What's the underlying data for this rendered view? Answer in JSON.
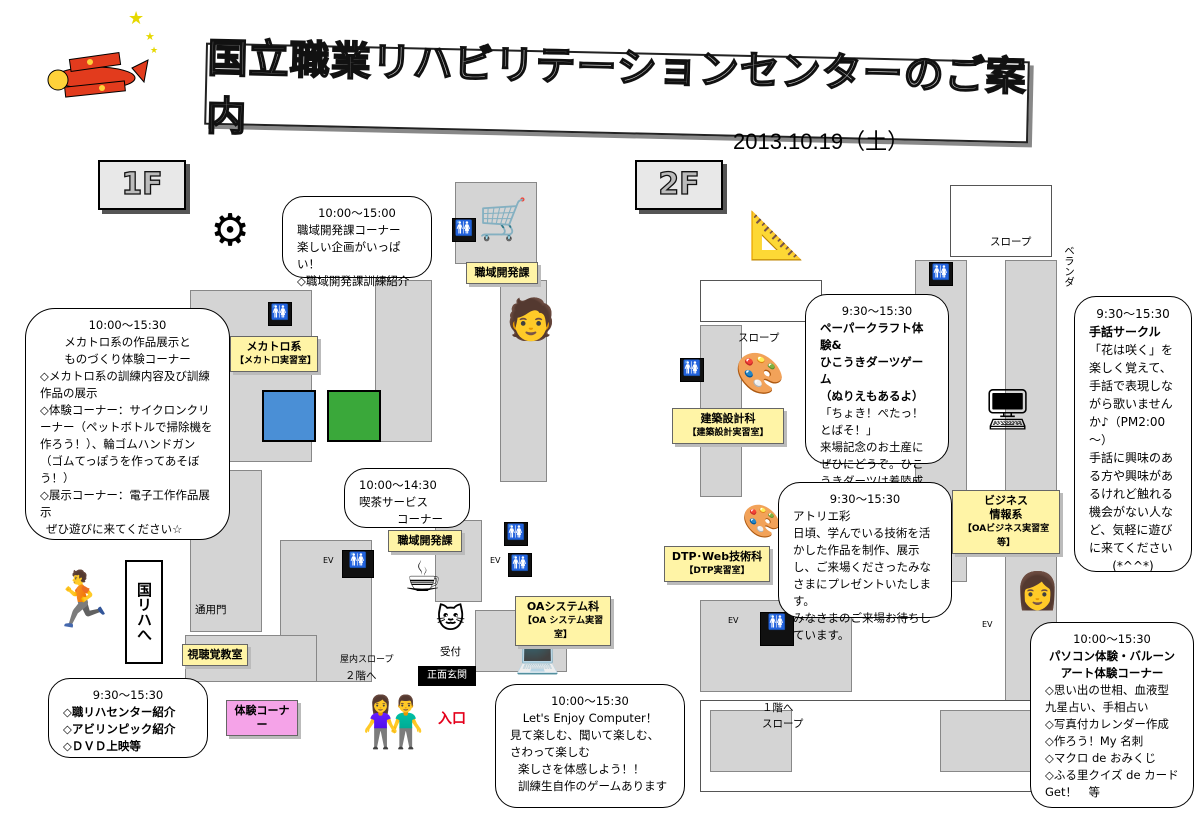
{
  "title": "国立職業リハビリテーションセンターのご案内",
  "date": "2013.10.19（土）",
  "floor1": {
    "tag": "1F",
    "bubble_top": {
      "time": "10:00～15:00",
      "lines": [
        "職域開発課コーナー",
        "楽しい企画がいっぱい！",
        "◇職域開発課訓練紹介"
      ]
    },
    "bubble_mecha": {
      "time": "10:00～15:30",
      "lines": [
        "メカトロ系の作品展示と",
        "ものづくり体験コーナー",
        "◇メカトロ系の訓練内容及び訓練作品の展示",
        "◇体験コーナー：サイクロンクリーナー（ペットボトルで掃除機を作ろう！）、輪ゴムハンドガン（ゴムてっぽうを作ってあそぼう！）",
        "◇展示コーナー：電子工作作品展示",
        "ぜひ遊びに来てください☆"
      ]
    },
    "bubble_cafe": {
      "time": "10:00～14:30",
      "line1": "喫茶サービス",
      "line2": "コーナー"
    },
    "bubble_av": {
      "time": "9:30～15:30",
      "lines": [
        "◇職リハセンター紹介",
        "◇アビリンピック紹介",
        "◇ＤＶＤ上映等"
      ]
    },
    "bubble_oa": {
      "time": "10:00～15:30",
      "lines": [
        "Let's Enjoy Computer！",
        "見て楽しむ、聞いて楽しむ、さわって楽しむ",
        "楽しさを体感しよう！！",
        "訓練生自作のゲームあります"
      ]
    },
    "tags": {
      "shokuiki_top": "職域開発課",
      "mecha_main": "メカトロ系",
      "mecha_sub": "【メカトロ実習室】",
      "shokuiki_mid": "職域開発課",
      "oa_main": "OAシステム科",
      "oa_sub": "【OA システム実習室】",
      "av": "視聴覚教室",
      "taiken": "体験コーナー"
    },
    "labels": {
      "gate": "通用門",
      "kokuriha": "国リハへ",
      "reception": "受付",
      "slope_in": "屋内スロープ",
      "to_2f": "２階へ",
      "entrance": "正面玄関",
      "iriguchi": "入口",
      "ev1": "EV",
      "ev2": "EV"
    }
  },
  "floor2": {
    "tag": "2F",
    "bubble_paper": {
      "time": "9:30～15:30",
      "bold1": "ペーパークラフト体験&",
      "bold2": "ひこうきダーツゲーム",
      "bold3": "（ぬりえもあるよ）",
      "lines": [
        "「ちょき！ぺたっ！とばそ！」",
        "来場記念のお土産にぜひにどうぞ。ひこうきダーツは着陸成功でおかしがもらえるよ。"
      ]
    },
    "bubble_atelier": {
      "time": "9:30～15:30",
      "head": "アトリエ彩",
      "lines": [
        "日頃、学んでいる技術を活かした作品を制作、展示し、ご来場くださったみなさまにプレゼントいたします。",
        "みなさまのご来場お待ちしています。"
      ]
    },
    "bubble_sign": {
      "time": "9:30～15:30",
      "head": "手話サークル",
      "lines": [
        "「花は咲く」を楽しく覚えて、手話で表現しながら歌いませんか♪（PM2:00～）",
        "手話に興味のある方や興味があるけれど触れる機会がない人など、気軽に遊びに来てください",
        "(*^^*)"
      ]
    },
    "bubble_pc": {
      "time": "10:00～15:30",
      "head1": "パソコン体験・バルーン",
      "head2": "アート体験コーナー",
      "lines": [
        "◇思い出の世相、血液型九星占い、手相占い",
        "◇写真付カレンダー作成",
        "◇作ろう！My 名刺",
        "◇マクロ de おみくじ",
        "◇ふる里クイズ de カード　Get！　等"
      ]
    },
    "tags": {
      "kenchiku_main": "建築設計科",
      "kenchiku_sub": "【建築設計実習室】",
      "dtp_main": "DTP･Web技術科",
      "dtp_sub": "【DTP実習室】",
      "biz_main1": "ビジネス",
      "biz_main2": "情報系",
      "biz_sub": "【OAビジネス実習室等】"
    },
    "labels": {
      "slope_top": "スロープ",
      "slope_left": "スロープ",
      "veranda": "ベランダ",
      "to_1f": "１階へ",
      "slope_bottom": "スロープ",
      "ev1": "EV",
      "ev2": "EV"
    }
  },
  "colors": {
    "tag_yellow": "#fff4a6",
    "tag_pink": "#f5a3e8",
    "room_gray": "#d4d4d4"
  },
  "icons": [
    "airplane-icon",
    "star-icon",
    "restroom-icon",
    "computer-icon",
    "coffee-icon",
    "cat-icon",
    "exit-runner-icon"
  ]
}
